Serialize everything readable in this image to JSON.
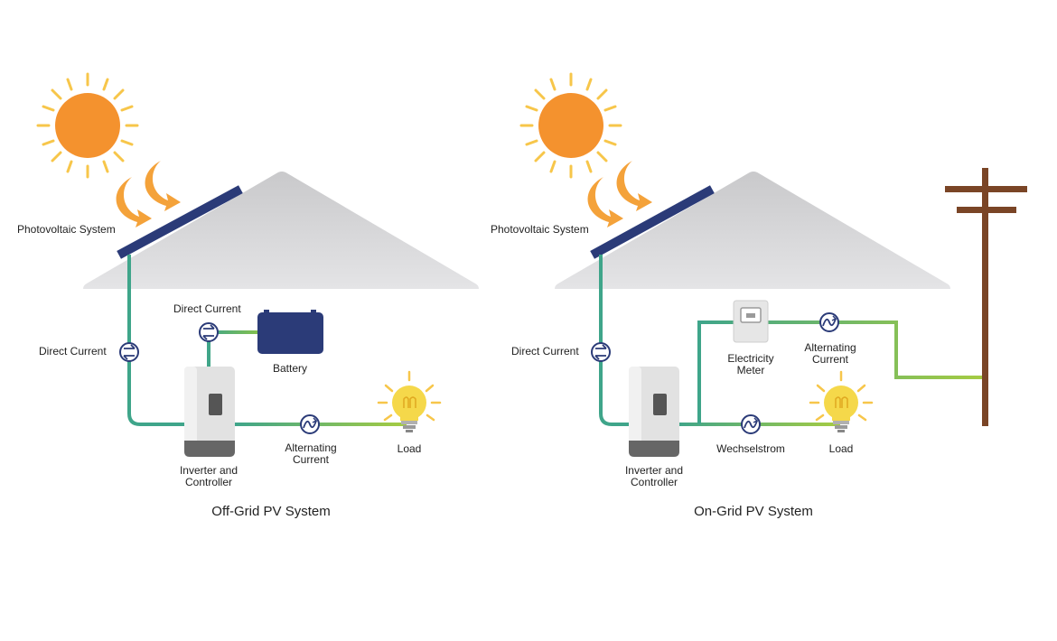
{
  "colors": {
    "sun": "#F4922E",
    "sun_ray": "#F7C64A",
    "arrow": "#F4A23A",
    "panel": "#2B3B78",
    "roof": "#D4D4D6",
    "wire_dc": "#3FA58A",
    "wire_ac": "#96C84A",
    "battery": "#2B3B78",
    "pole": "#7A4526",
    "bulb": "#F5D84A",
    "meter_body": "#E6E6E6",
    "inverter_body": "#E2E2E2",
    "inverter_base": "#666666",
    "symbol": "#2B3B78"
  },
  "offgrid": {
    "title": "Off-Grid PV System",
    "pv_label": "Photovoltaic System",
    "dc_main_label": "Direct Current",
    "dc_battery_label": "Direct Current",
    "battery_label": "Battery",
    "ac_label_line1": "Alternating",
    "ac_label_line2": "Current",
    "inverter_label_line1": "Inverter and",
    "inverter_label_line2": "Controller",
    "load_label": "Load"
  },
  "ongrid": {
    "title": "On-Grid PV System",
    "pv_label": "Photovoltaic System",
    "dc_main_label": "Direct Current",
    "meter_label_line1": "Electricity",
    "meter_label_line2": "Meter",
    "ac_label_line1": "Alternating",
    "ac_label_line2": "Current",
    "inverter_label_line1": "Inverter and",
    "inverter_label_line2": "Controller",
    "load_ac_label": "Wechselstrom",
    "load_label": "Load"
  },
  "icons": {
    "sun": "sun-icon",
    "sunlight_arrow": "sunlight-arrow-icon",
    "solar_panel": "solar-panel-icon",
    "inverter": "inverter-icon",
    "battery": "battery-icon",
    "bulb": "light-bulb-icon",
    "meter": "electricity-meter-icon",
    "pole": "utility-pole-icon",
    "dc_symbol": "dc-current-symbol-icon",
    "ac_symbol": "ac-current-symbol-icon"
  }
}
